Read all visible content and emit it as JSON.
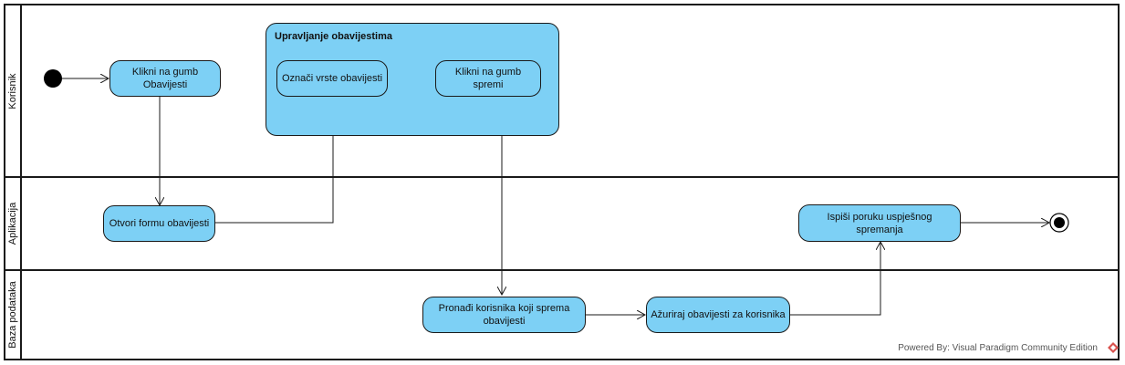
{
  "lanes": [
    "Korisnik",
    "Aplikacija",
    "Baza podataka"
  ],
  "group": {
    "title": "Upravljanje obavijestima"
  },
  "nodes": {
    "klikni_obavijesti": "Klikni na gumb\nObavijesti",
    "oznaci_vrste": "Označi vrste obavijesti",
    "klikni_spremi": "Klikni na gumb spremi",
    "otvori_formu": "Otvori formu obavijesti",
    "ispisi_poruku": "Ispiši poruku uspješnog spremanja",
    "pronadi_korisnika": "Pronađi korisnika koji sprema obavijesti",
    "azuriraj": "Ažuriraj obavijesti za korisnika"
  },
  "footer": "Powered By: Visual Paradigm Community Edition",
  "colors": {
    "activity_fill": "#7dd0f5",
    "line": "#1a1a1a"
  }
}
